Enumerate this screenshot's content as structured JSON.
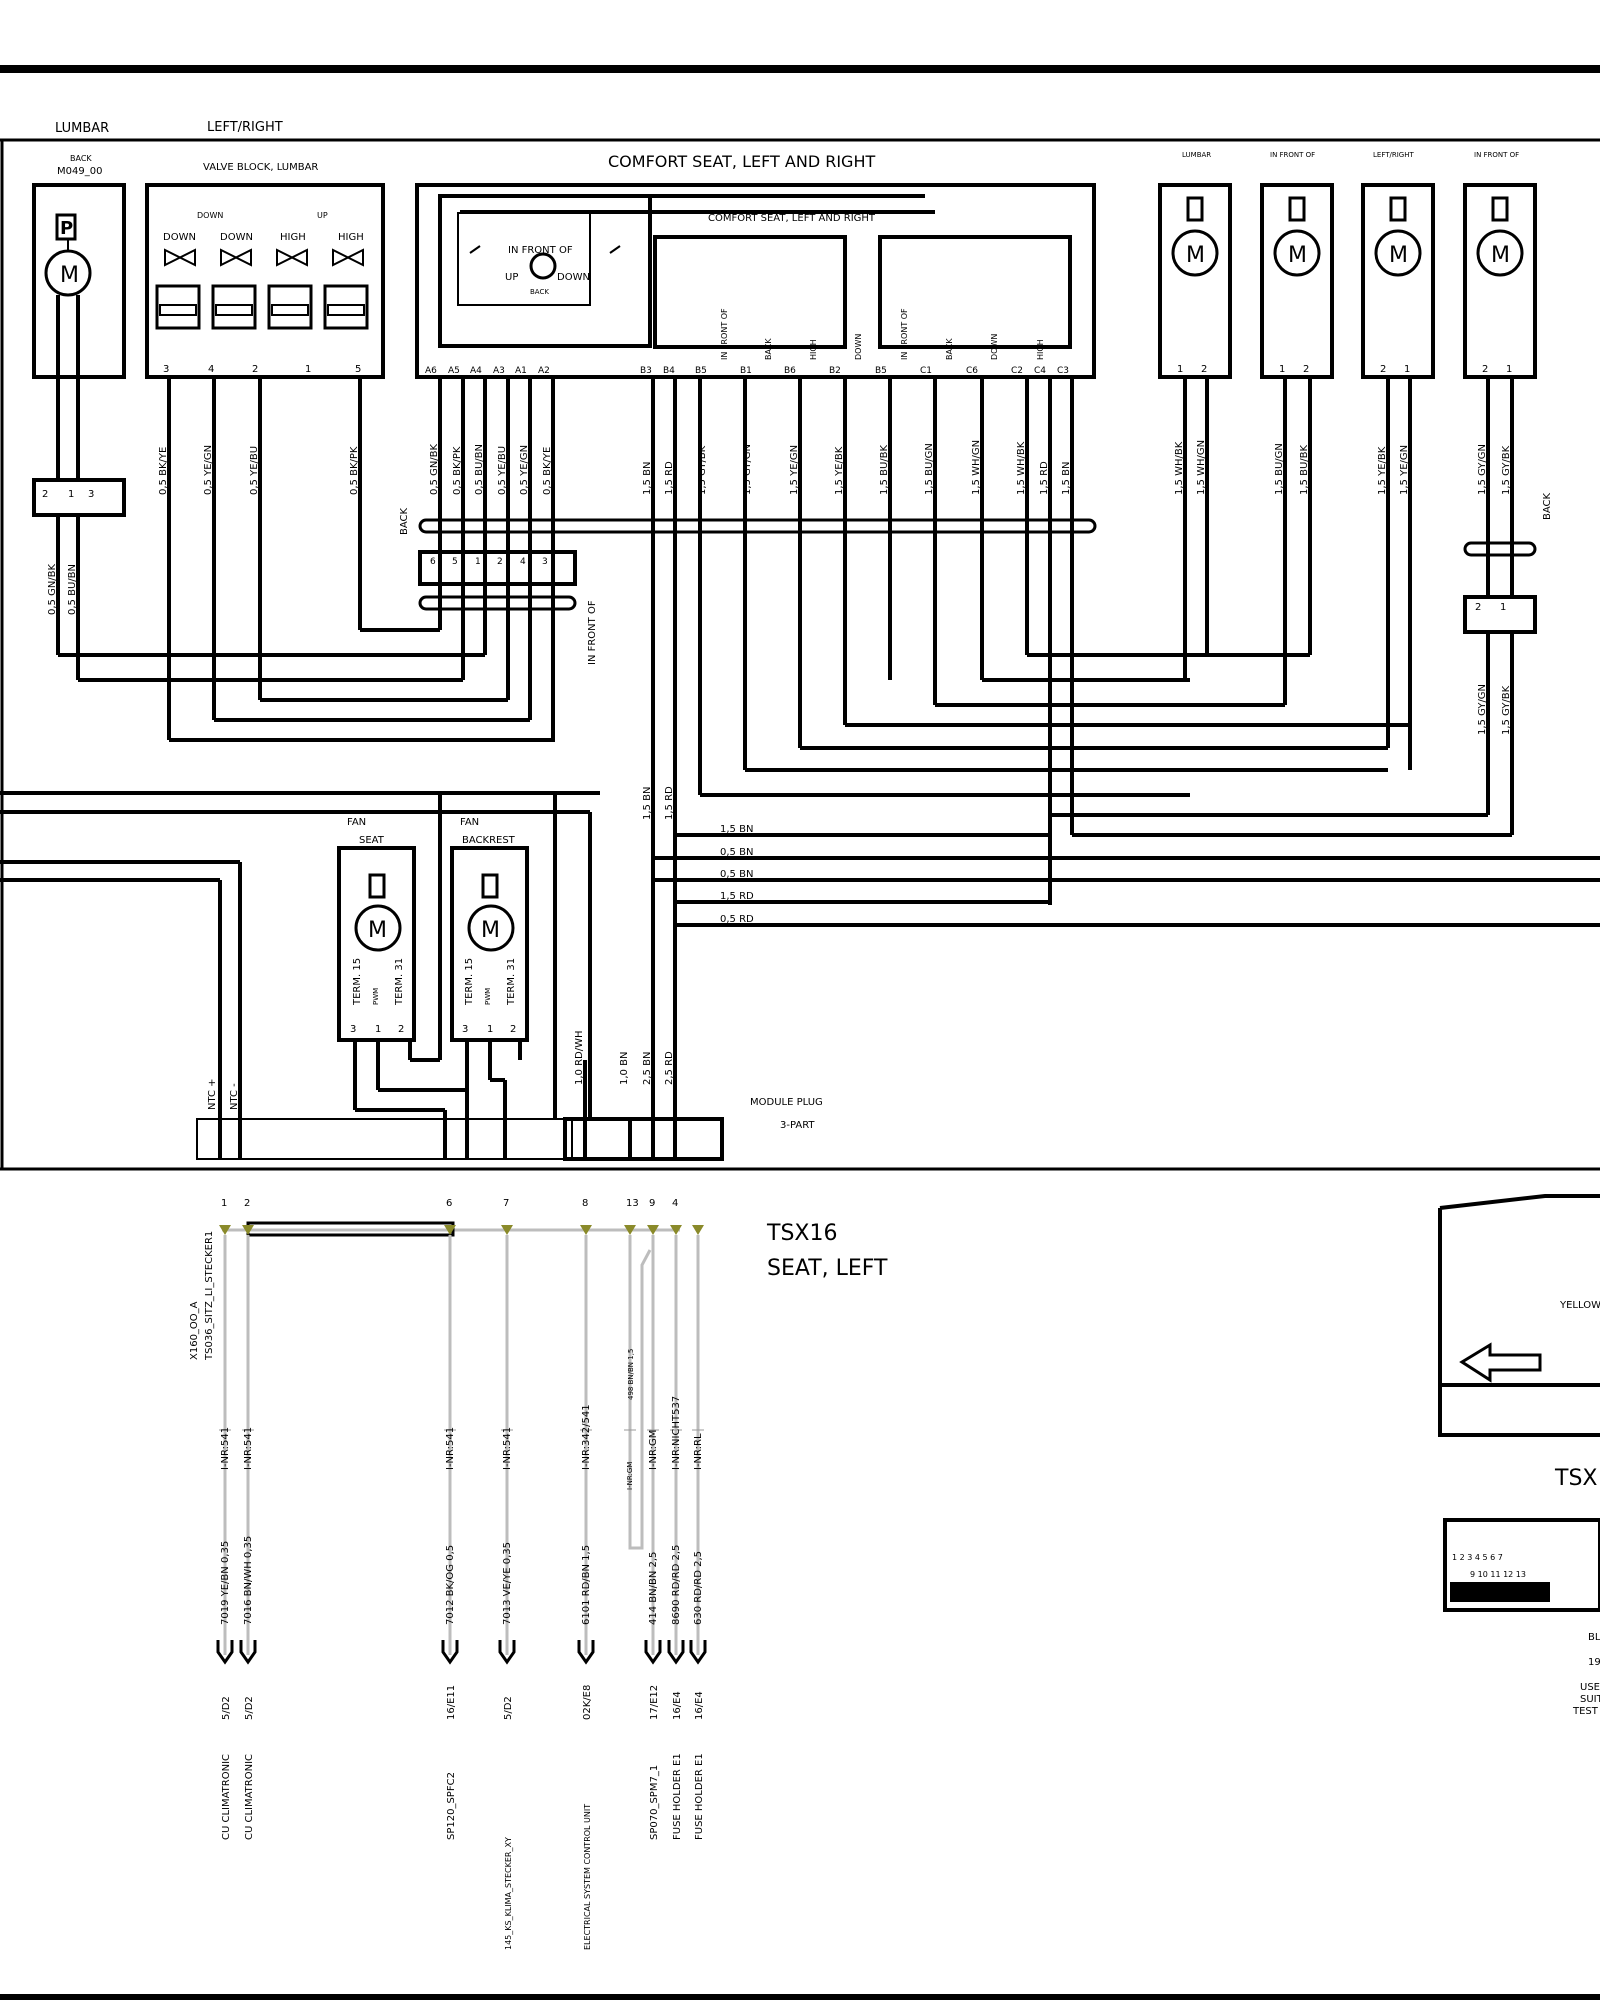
{
  "top_labels": {
    "lumbar": "LUMBAR",
    "left_right": "LEFT/RIGHT",
    "back": "BACK",
    "motor_code": "M049_00",
    "valve_block": "VALVE  BLOCK,  LUMBAR",
    "comfort_seat": "COMFORT SEAT, LEFT AND RIGHT",
    "comfort_seat_inner": "COMFORT SEAT, LEFT AND RIGHT",
    "valve_down_group": "DOWN",
    "valve_up_group": "UP"
  },
  "valves": [
    "DOWN",
    "DOWN",
    "HIGH",
    "HIGH"
  ],
  "valve_pins": [
    "3",
    "4",
    "2",
    "1",
    "5"
  ],
  "switch_labels": {
    "in_front_of": "IN FRONT OF",
    "up": "UP",
    "down": "DOWN",
    "back": "BACK"
  },
  "motor_headers": [
    "LUMBAR",
    "IN FRONT OF",
    "LEFT/RIGHT",
    "IN FRONT OF"
  ],
  "motor_pins": [
    [
      "1",
      "2"
    ],
    [
      "1",
      "2"
    ],
    [
      "2",
      "1"
    ],
    [
      "2",
      "1"
    ]
  ],
  "comfort_pins": [
    "A6",
    "A5",
    "A4",
    "A3",
    "A1",
    "A2",
    "B3",
    "B4",
    "B5",
    "B1",
    "B6",
    "B2",
    "B5",
    "C1",
    "C6",
    "C2",
    "C4",
    "C3"
  ],
  "comfort_switch_labels": [
    "IN FRONT OF",
    "BACK",
    "HIGH",
    "DOWN",
    "IN FRONT OF",
    "BACK",
    "DOWN",
    "HIGH"
  ],
  "wire_labels_left": [
    "0,5 BK/YE",
    "0,5 YE/GN",
    "0,5 YE/BU",
    "0,5 BK/PK"
  ],
  "wire_labels_comfort_a": [
    "0,5 GN/BK",
    "0,5 BK/PK",
    "0,5 BU/BN",
    "0,5 YE/BU",
    "0,5 YE/GN",
    "0,5 BK/YE"
  ],
  "wire_labels_comfort_b": [
    "1,5 BN",
    "1,5 RD",
    "1,5 GY/BK",
    "1,5 GY/GN",
    "1,5 YE/GN",
    "1,5 YE/BK",
    "1,5 BU/BK",
    "1,5 BU/GN",
    "1,5 WH/GN",
    "1,5 WH/BK",
    "1,5 RD",
    "1,5 BN"
  ],
  "wire_labels_motors": [
    "1,5 WH/BK",
    "1,5 WH/GN",
    "1,5 BU/GN",
    "1,5 BU/BK",
    "1,5 YE/BK",
    "1,5 YE/GN",
    "1,5 GY/GN",
    "1,5 GY/BK"
  ],
  "lumbar_connector_pins": [
    "2",
    "1",
    "3"
  ],
  "lumbar_wire_labels": [
    "0,5 GN/BK",
    "0,5 BU/BN"
  ],
  "mid_connector_pins": [
    "6",
    "5",
    "1",
    "2",
    "4",
    "3"
  ],
  "back_label": "BACK",
  "in_front_of_label": "IN FRONT OF",
  "back_right_label": "BACK",
  "right_connector_pins": [
    "2",
    "1"
  ],
  "right_wire_labels": [
    "1,5 GY/GN",
    "1,5 GY/BK"
  ],
  "vertical_bus_labels": [
    "1,5 BN",
    "1,5 RD"
  ],
  "bus_labels": [
    "1,5 BN",
    "0,5 BN",
    "0,5 BN",
    "1,5 RD",
    "0,5 RD"
  ],
  "fans": [
    {
      "title": "FAN",
      "subtitle": "SEAT",
      "term15": "TERM. 15",
      "pwm": "PWM",
      "term31": "TERM. 31",
      "pins": [
        "3",
        "1",
        "2"
      ]
    },
    {
      "title": "FAN",
      "subtitle": "BACKREST",
      "term15": "TERM. 15",
      "pwm": "PWM",
      "term31": "TERM. 31",
      "pins": [
        "3",
        "1",
        "2"
      ]
    }
  ],
  "ntc_labels": [
    "NTC +",
    "NTC -"
  ],
  "module_wire_labels": [
    "1,0 RD/WH",
    "1,0 BN",
    "2,5 BN",
    "2,5 RD"
  ],
  "module_plug": {
    "line1": "MODULE PLUG",
    "line2": "3-PART"
  },
  "connector": {
    "name": "X160_OO_A",
    "sub": "TS036_SITZ_LI_STECKER1",
    "title_line1": "TSX16",
    "title_line2": "SEAT, LEFT"
  },
  "pins": [
    {
      "num": "1",
      "nr": "I-NR:541",
      "wire": "7019 YE/BN 0,35",
      "ref": "5/D2",
      "dest": "CU CLIMATRONIC"
    },
    {
      "num": "2",
      "nr": "I-NR:541",
      "wire": "7016 BN/WH 0,35",
      "ref": "5/D2",
      "dest": "CU CLIMATRONIC"
    },
    {
      "num": "6",
      "nr": "I-NR:541",
      "wire": "7012 BK/OG 0,5",
      "ref": "16/E11",
      "dest": "SP120_SPFC2"
    },
    {
      "num": "7",
      "nr": "I-NR:541",
      "wire": "7013 VE/YE 0,35",
      "ref": "5/D2",
      "dest": "145_KS_KLIMA_STECKER_XY"
    },
    {
      "num": "8",
      "nr": "I-NR:342/541",
      "wire": "6101 RD/BN 1,5",
      "ref": "02K/E8",
      "dest": "ELECTRICAL SYSTEM CONTROL UNIT"
    },
    {
      "num": "13",
      "nr": "498 BN/BN 1,5",
      "wire": "",
      "ref": "",
      "dest": ""
    },
    {
      "num": "9",
      "nr": "I-NR:GM",
      "wire": "414 BN/BN 2,5",
      "ref": "17/E12",
      "dest": "SP070_SPM7_1"
    },
    {
      "num": "4",
      "nr": "I-NR:NICHT537",
      "wire": "8690 RD/RD 2,5",
      "ref": "16/E4",
      "dest": "FUSE HOLDER  E1"
    },
    {
      "num": "",
      "nr": "I-NR:RL",
      "wire": "630 RD/RD 2,5",
      "ref": "16/E4",
      "dest": "FUSE HOLDER  E1"
    }
  ],
  "splice_label": "I-NR:GM",
  "right_panel": {
    "color": "YELLOW",
    "title": "TSX",
    "pins_top": "1  2  3        4        5  6  7",
    "pins_bottom": "9       10 11 12      13",
    "bl": "BL",
    "num": "19",
    "use": "USE",
    "suit": "SUIT",
    "test": "TEST"
  }
}
